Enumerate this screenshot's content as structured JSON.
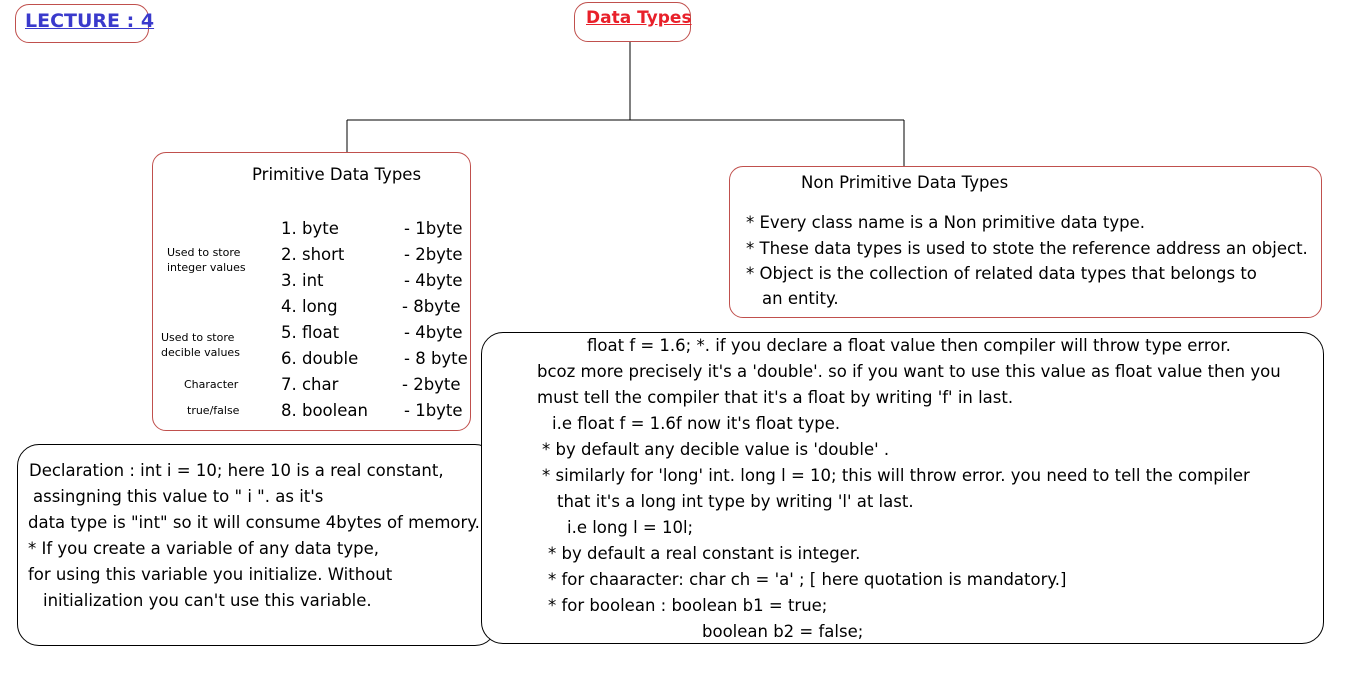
{
  "lecture_label": "LECTURE : 4",
  "title": "Data Types",
  "primitive": {
    "heading": "Primitive Data Types",
    "groups": [
      {
        "label_line1": "Used to store",
        "label_line2": "integer values"
      },
      {
        "label_line1": "Used to store",
        "label_line2": "decible values"
      },
      {
        "label_line1": "Character"
      },
      {
        "label_line1": "true/false"
      }
    ],
    "types": [
      {
        "name": "1. byte",
        "size": "- 1byte"
      },
      {
        "name": "2. short",
        "size": "- 2byte"
      },
      {
        "name": "3. int",
        "size": "- 4byte"
      },
      {
        "name": "4. long",
        "size": "- 8byte"
      },
      {
        "name": "5. float",
        "size": "- 4byte"
      },
      {
        "name": "6. double",
        "size": "- 8 byte"
      },
      {
        "name": "7. char",
        "size": "- 2byte"
      },
      {
        "name": "8. boolean",
        "size": "- 1byte"
      }
    ]
  },
  "non_primitive": {
    "heading": "Non Primitive Data Types",
    "lines": [
      "* Every class name is a Non primitive data type.",
      "* These data types is used to stote the reference address an object.",
      " * Object is the collection of related data types that belongs to",
      "an entity."
    ]
  },
  "declaration": {
    "lines": [
      "Declaration :       int i = 10;   here 10 is a real constant,",
      "assingning this value to  \" i \". as it's",
      "data type is \"int\" so it will consume 4bytes of memory.",
      "* If you create a variable of any data type,",
      "for using this variable you initialize. Without",
      "initialization you can't use this variable."
    ]
  },
  "notes": {
    "lines": [
      "float f = 1.6;   *. if you declare a float value then compiler will throw type error.",
      "bcoz more precisely it's a 'double'. so if you want to use this value as float value then you",
      "must tell the compiler that it's a float by writing 'f' in last.",
      "i.e     float f = 1.6f  now it's float type.",
      "*  by default any decible value is 'double' .",
      "* similarly for 'long' int.     long l = 10; this will throw error. you need to tell the compiler",
      "that it's a long int type by writing 'l' at last.",
      "i.e     long l = 10l;",
      "* by default a real constant is integer.",
      "* for chaaracter:     char ch = 'a' ;   [ here quotation is mandatory.]",
      "* for boolean :      boolean b1 = true;",
      "boolean b2 = false;"
    ]
  },
  "colors": {
    "lecture": "#3a3acc",
    "title": "#e8202a",
    "box_border": "#c0504d"
  }
}
